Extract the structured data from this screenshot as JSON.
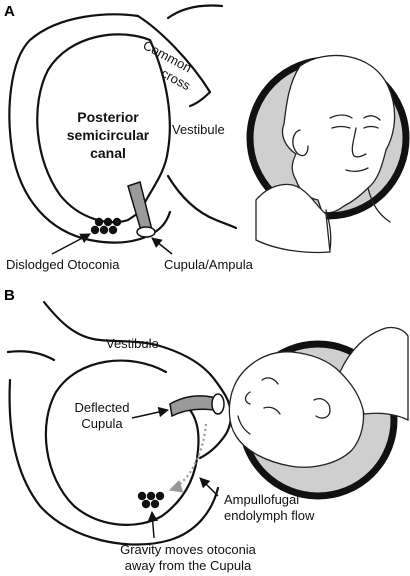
{
  "panels": {
    "a": {
      "panel_label": "A",
      "common_cross": [
        "Common",
        "cross"
      ],
      "canal": [
        "Posterior",
        "semicircular",
        "canal"
      ],
      "vestibule": "Vestibule",
      "otoconia": "Dislodged Otoconia",
      "cupula": "Cupula/Ampula"
    },
    "b": {
      "panel_label": "B",
      "vestibule": "Vestibule",
      "deflected": [
        "Deflected",
        "Cupula"
      ],
      "flow": [
        "Ampullofugal",
        "endolymph flow"
      ],
      "gravity": [
        "Gravity moves otoconia",
        "away from the Cupula"
      ]
    }
  },
  "colors": {
    "line": "#111111",
    "disc_gray": "#cfcfcf",
    "cupula_fill": "#9a9a9a"
  }
}
